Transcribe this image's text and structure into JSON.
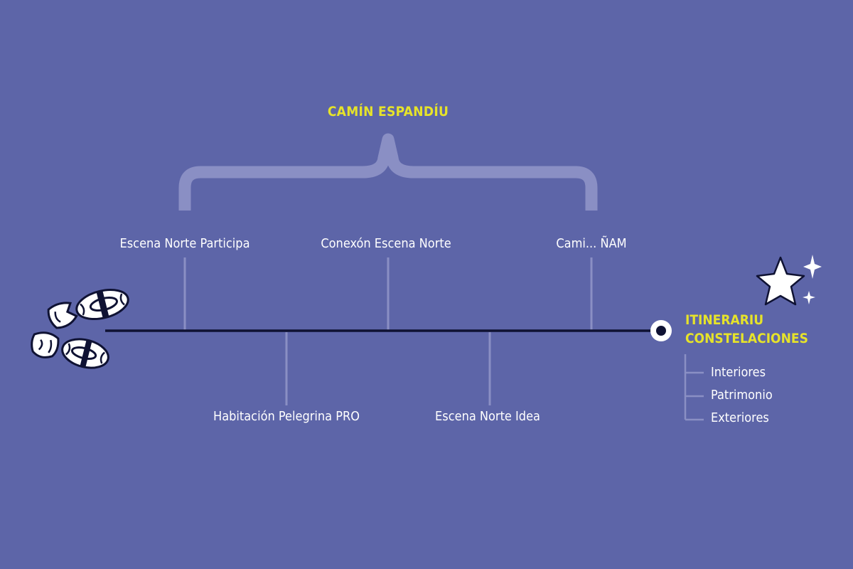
{
  "bracket_label": "CAMÍN ESPANDÍU",
  "top_milestones": [
    {
      "label": "Escena Norte Participa"
    },
    {
      "label": "Conexón Escena Norte"
    },
    {
      "label": "Cami... ÑAM"
    }
  ],
  "bottom_milestones": [
    {
      "label": "Habitación Pelegrina PRO"
    },
    {
      "label": "Escena Norte Idea"
    }
  ],
  "destination": {
    "title_line1": "ITINERARIU",
    "title_line2": "CONSTELACIONES",
    "items": [
      "Interiores",
      "Patrimonio",
      "Exteriores"
    ]
  },
  "icons": {
    "start": "footprints-icon",
    "end": "stars-icon"
  },
  "colors": {
    "background": "#5d65a8",
    "accent": "#e6e32a",
    "timeline": "#0f1233",
    "connector": "#8a8fc4",
    "text": "#ffffff"
  }
}
